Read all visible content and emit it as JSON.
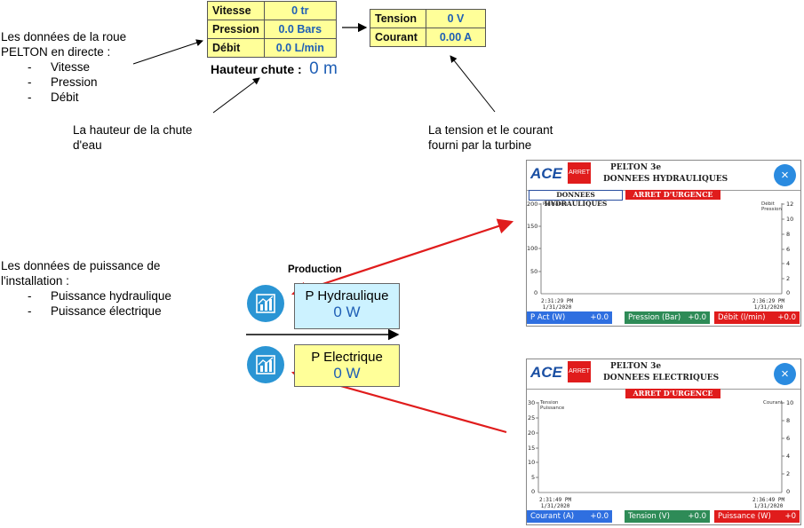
{
  "intro": {
    "line1": "Les données de la roue",
    "line2": "PELTON en directe :",
    "items": [
      "Vitesse",
      "Pression",
      "Débit"
    ],
    "dash": "-"
  },
  "measure_table": {
    "rows": [
      {
        "label": "Vitesse",
        "value": "0 tr"
      },
      {
        "label": "Pression",
        "value": "0.0 Bars"
      },
      {
        "label": "Débit",
        "value": "0.0 L/min"
      }
    ]
  },
  "electric_table": {
    "rows": [
      {
        "label": "Tension",
        "value": "0 V"
      },
      {
        "label": "Courant",
        "value": "0.00 A"
      }
    ]
  },
  "hauteur": {
    "label": "Hauteur chute :",
    "value": "0 m"
  },
  "notes": {
    "hauteur_line1": "La hauteur de la chute",
    "hauteur_line2": "d'eau",
    "tension_line1": "La tension et le courant",
    "tension_line2": "fourni par la turbine"
  },
  "puissance_intro": {
    "line1": "Les données de puissance de",
    "line2": "l'installation :",
    "items": [
      "Puissance hydraulique",
      "Puissance électrique"
    ]
  },
  "production": {
    "title": "Production",
    "hydraulique": {
      "label": "P Hydraulique",
      "value": "0 W"
    },
    "electrique": {
      "label": "P Electrique",
      "value": "0 W"
    }
  },
  "colors": {
    "blue_value": "#1f5fb5",
    "yellow": "#ffff99",
    "cyan": "#ccf2ff",
    "red": "#e01c1c",
    "green": "#2e8b57",
    "blue_bar": "#2f6fe0"
  },
  "panel_hydro": {
    "logo": "ACE",
    "badge": "ARRET",
    "title1": "PELTON 3e",
    "title2": "DONNEES HYDRAULIQUES",
    "close": "×",
    "tab": "DONNEES HYDRAULIQUES",
    "alarm": "ARRET D'URGENCE",
    "left_label": "Puissance",
    "right_label1": "Débit",
    "right_label2": "Pression",
    "left_ticks": [
      "200",
      "150",
      "100",
      "50",
      "0"
    ],
    "right_ticks": [
      "12",
      "10",
      "8",
      "6",
      "4",
      "2",
      "0"
    ],
    "time_start1": "2:31:29 PM",
    "time_start2": "1/31/2020",
    "time_end1": "2:36:29 PM",
    "time_end2": "1/31/2020",
    "status": [
      {
        "label": "P Act (W)",
        "value": "+0.0"
      },
      {
        "label": "Pression (Bar)",
        "value": "+0.0"
      },
      {
        "label": "Débit (l/min)",
        "value": "+0.0"
      }
    ]
  },
  "panel_elec": {
    "logo": "ACE",
    "badge": "ARRET",
    "title1": "PELTON 3e",
    "title2": "DONNEES ELECTRIQUES",
    "close": "×",
    "alarm": "ARRET D'URGENCE",
    "left_label1": "Tension",
    "left_label2": "Puissance",
    "right_label": "Courant",
    "left_ticks": [
      "30",
      "25",
      "20",
      "15",
      "10",
      "5",
      "0"
    ],
    "right_ticks": [
      "10",
      "8",
      "6",
      "4",
      "2",
      "0"
    ],
    "time_start1": "2:31:49 PM",
    "time_start2": "1/31/2020",
    "time_end1": "2:36:49 PM",
    "time_end2": "1/31/2020",
    "status": [
      {
        "label": "Courant (A)",
        "value": "+0.0"
      },
      {
        "label": "Tension (V)",
        "value": "+0.0"
      },
      {
        "label": "Puissance (W)",
        "value": "+0"
      }
    ]
  }
}
